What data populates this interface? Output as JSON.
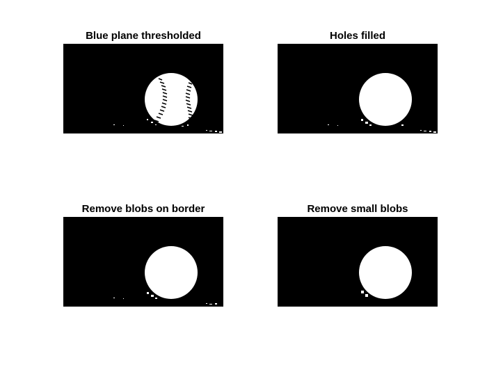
{
  "figure": {
    "background": "#ffffff",
    "panels": [
      {
        "id": "blue-plane-thresholded",
        "title": "Blue plane thresholded"
      },
      {
        "id": "holes-filled",
        "title": "Holes filled"
      },
      {
        "id": "remove-blobs-on-border",
        "title": "Remove blobs on border"
      },
      {
        "id": "remove-small-blobs",
        "title": "Remove small blobs"
      }
    ],
    "colors": {
      "foreground": "#ffffff",
      "background": "#000000",
      "title_text": "#000000"
    }
  }
}
